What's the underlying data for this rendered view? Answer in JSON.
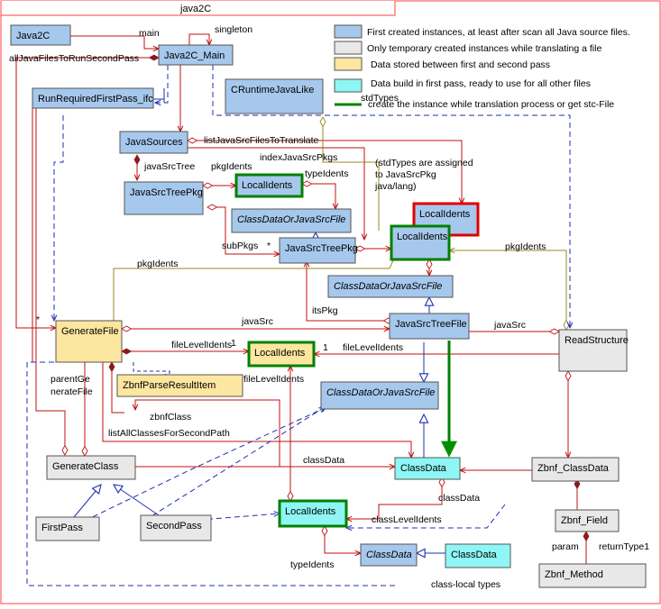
{
  "diagram": {
    "frame_title": "java2C",
    "legend": [
      {
        "text": "First created instances, at least after scan all Java source files.",
        "color": "#a6c8ec"
      },
      {
        "text": "Only temporary created instances while translating a file",
        "color": "#e8e8e8"
      },
      {
        "text": "Data stored between first and second pass",
        "color": "#fce6a0"
      },
      {
        "text": "Data build in first pass, ready to use for all other files",
        "color": "#8ef6f4"
      },
      {
        "text": "create the instance while translation process or get stc-File",
        "color": "#008000"
      }
    ],
    "boxes": [
      {
        "id": "java2c",
        "label": "Java2C",
        "kind": "blue",
        "italic": false
      },
      {
        "id": "java2c-main",
        "label": "Java2C_Main",
        "kind": "blue",
        "italic": false
      },
      {
        "id": "runrequired",
        "label": "RunRequiredFirstPass_ifc",
        "kind": "blue",
        "italic": false
      },
      {
        "id": "cruntime",
        "label": "CRuntimeJavaLike",
        "kind": "blue",
        "italic": false
      },
      {
        "id": "javasources",
        "label": "JavaSources",
        "kind": "blue",
        "italic": false
      },
      {
        "id": "javasrctreepkg-1",
        "label": "JavaSrcTreePkg",
        "kind": "blue",
        "italic": false
      },
      {
        "id": "localidents-top",
        "label": "LocalIdents",
        "kind": "blue",
        "italic": false
      },
      {
        "id": "classdata-or-1",
        "label": "ClassDataOrJavaSrcFile",
        "kind": "blue",
        "italic": true
      },
      {
        "id": "javasrctreepkg-2",
        "label": "JavaSrcTreePkg",
        "kind": "blue",
        "italic": false
      },
      {
        "id": "localidents-red",
        "label": "LocalIdents",
        "kind": "blue",
        "italic": false
      },
      {
        "id": "localidents-pkg",
        "label": "LocalIdents",
        "kind": "blue",
        "italic": false
      },
      {
        "id": "classdata-or-2",
        "label": "ClassDataOrJavaSrcFile",
        "kind": "blue",
        "italic": true
      },
      {
        "id": "javasrctreefile",
        "label": "JavaSrcTreeFile",
        "kind": "blue",
        "italic": false
      },
      {
        "id": "generatefile",
        "label": "GenerateFile",
        "kind": "yellow",
        "italic": false
      },
      {
        "id": "localidents-file",
        "label": "LocalIdents",
        "kind": "yellow",
        "italic": false
      },
      {
        "id": "zbnfparse",
        "label": "ZbnfParseResultItem",
        "kind": "yellow",
        "italic": false
      },
      {
        "id": "classdata-or-3",
        "label": "ClassDataOrJavaSrcFile",
        "kind": "blue",
        "italic": true
      },
      {
        "id": "readstructure",
        "label": "ReadStructure",
        "kind": "gray",
        "italic": false
      },
      {
        "id": "generateclass",
        "label": "GenerateClass",
        "kind": "gray",
        "italic": false
      },
      {
        "id": "classdata-main",
        "label": "ClassData",
        "kind": "cyan",
        "italic": false
      },
      {
        "id": "zbnf-classdata",
        "label": "Zbnf_ClassData",
        "kind": "gray",
        "italic": false
      },
      {
        "id": "firstpass",
        "label": "FirstPass",
        "kind": "gray",
        "italic": false
      },
      {
        "id": "secondpass",
        "label": "SecondPass",
        "kind": "gray",
        "italic": false
      },
      {
        "id": "localidents-class",
        "label": "LocalIdents",
        "kind": "cyan",
        "italic": false
      },
      {
        "id": "zbnf-field",
        "label": "Zbnf_Field",
        "kind": "gray",
        "italic": false
      },
      {
        "id": "classdata-italic",
        "label": "ClassData",
        "kind": "blue",
        "italic": true
      },
      {
        "id": "classdata-local",
        "label": "ClassData",
        "kind": "cyan",
        "italic": false
      },
      {
        "id": "zbnf-method",
        "label": "Zbnf_Method",
        "kind": "gray",
        "italic": false
      }
    ],
    "labels": {
      "main": "main",
      "singleton": "singleton",
      "all_files": "allJavaFilesToRunSecondPass",
      "list_java_src": "listJavaSrcFilesToTranslate",
      "index_pkgs": "indexJavaSrcPkgs",
      "java_src_tree": "javaSrcTree",
      "pkg_idents_1": "pkgIdents",
      "type_idents_1": "typeIdents",
      "std_types": "stdTypes",
      "std_note_1": "(stdTypes are assigned",
      "std_note_2": "to JavaSrcPkg",
      "std_note_3": "java/lang)",
      "sub_pkgs": "subPkgs",
      "star_1": "*",
      "star_2": "*",
      "pkg_idents_2": "pkgIdents",
      "pkg_idents_3": "pkgIdents",
      "its_pkg": "itsPkg",
      "java_src_1": "javaSrc",
      "java_src_2": "javaSrc",
      "file_level_idents_1": "fileLevelIdents",
      "one_1": "1",
      "one_2": "1",
      "file_level_idents_2": "fileLevelIdents",
      "file_level_idents_3": "fileLevelIdents",
      "parent_1": "parentGe",
      "parent_2": "nerateFile",
      "zbnf_class": "zbnfClass",
      "list_all_classes": "listAllClassesForSecondPath",
      "class_data_1": "classData",
      "class_data_2": "classData",
      "class_level_idents": "classLevelIdents",
      "type_idents_2": "typeIdents",
      "param": "param",
      "return_type": "returnType1",
      "class_local_types": "class-local types"
    }
  }
}
